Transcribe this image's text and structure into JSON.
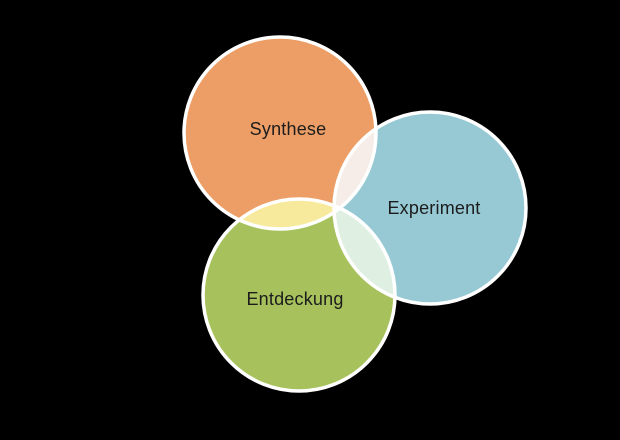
{
  "page": {
    "background_color": "#000000"
  },
  "diagram": {
    "type": "venn-3-circles",
    "stroke_color": "#FFFFFF",
    "label_color": "#1C1C1C",
    "circles": [
      {
        "id": "synthese",
        "label": "Synthese",
        "color": "#EC9E66"
      },
      {
        "id": "experiment",
        "label": "Experiment",
        "color": "#97C9D4"
      },
      {
        "id": "entdeckung",
        "label": "Entdeckung",
        "color": "#A7C25C"
      }
    ],
    "overlaps": [
      {
        "between": [
          "Synthese",
          "Experiment"
        ],
        "color": "#F6EDE8"
      },
      {
        "between": [
          "Synthese",
          "Entdeckung"
        ],
        "color": "#F8EA9C"
      },
      {
        "between": [
          "Experiment",
          "Entdeckung"
        ],
        "color": "#DFF0E3"
      },
      {
        "between": [
          "Synthese",
          "Experiment",
          "Entdeckung"
        ],
        "color": "#F6F0DC"
      }
    ]
  }
}
